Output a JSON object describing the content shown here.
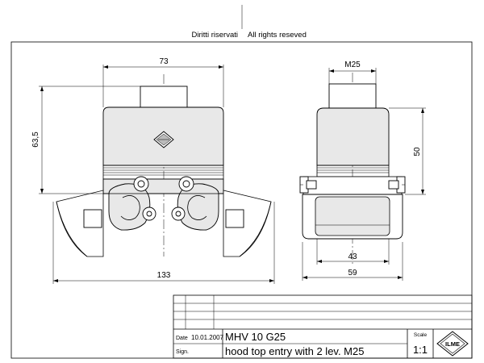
{
  "header": {
    "rights_it": "Diritti riservati",
    "rights_en": "All rights reseved"
  },
  "dimensions": {
    "front_width_top": "73",
    "front_height": "63,5",
    "front_width_overall": "133",
    "side_width_top": "M25",
    "side_height": "50",
    "side_width_inner": "43",
    "side_width_overall": "59"
  },
  "title_block": {
    "date_label": "Date",
    "date_value": "10.01.2007",
    "sign_label": "Sign.",
    "product_code": "MHV 10 G25",
    "description": "hood top entry with 2 lev. M25",
    "scale_label": "Scale",
    "scale_value": "1:1",
    "logo_text": "ILME"
  }
}
